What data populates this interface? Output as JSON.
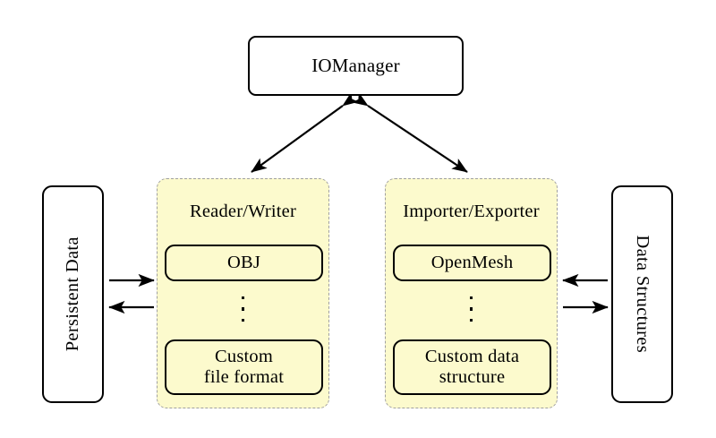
{
  "diagram": {
    "type": "block-architecture",
    "title_node": {
      "label": "IOManager"
    },
    "left_endpoint": {
      "label": "Persistent Data",
      "orientation": "rotated-ccw"
    },
    "right_endpoint": {
      "label": "Data Structures",
      "orientation": "rotated-cw"
    },
    "panels": [
      {
        "title": "Reader/Writer",
        "items": [
          {
            "label": "OBJ"
          },
          {
            "label": "Custom\nfile format",
            "line1": "Custom",
            "line2": "file format"
          }
        ],
        "ellipsis": "vertical-dots"
      },
      {
        "title": "Importer/Exporter",
        "items": [
          {
            "label": "OpenMesh"
          },
          {
            "label": "Custom data\nstructure",
            "line1": "Custom data",
            "line2": "structure"
          }
        ],
        "ellipsis": "vertical-dots"
      }
    ],
    "connections": [
      {
        "from": "IOManager",
        "to": "Reader/Writer",
        "style": "double-headed-diagonal"
      },
      {
        "from": "IOManager",
        "to": "Importer/Exporter",
        "style": "double-headed-diagonal"
      },
      {
        "from": "Persistent Data",
        "to": "Reader/Writer",
        "style": "single-arrow-right"
      },
      {
        "from": "Reader/Writer",
        "to": "Persistent Data",
        "style": "single-arrow-left"
      },
      {
        "from": "Data Structures",
        "to": "Importer/Exporter",
        "style": "single-arrow-left"
      },
      {
        "from": "Importer/Exporter",
        "to": "Data Structures",
        "style": "single-arrow-right"
      }
    ],
    "colors": {
      "panel_fill": "#fcfacd",
      "panel_border": "#a0a0a0",
      "node_border": "#000000",
      "node_fill": "#ffffff",
      "background": "#ffffff",
      "text": "#000000"
    }
  }
}
